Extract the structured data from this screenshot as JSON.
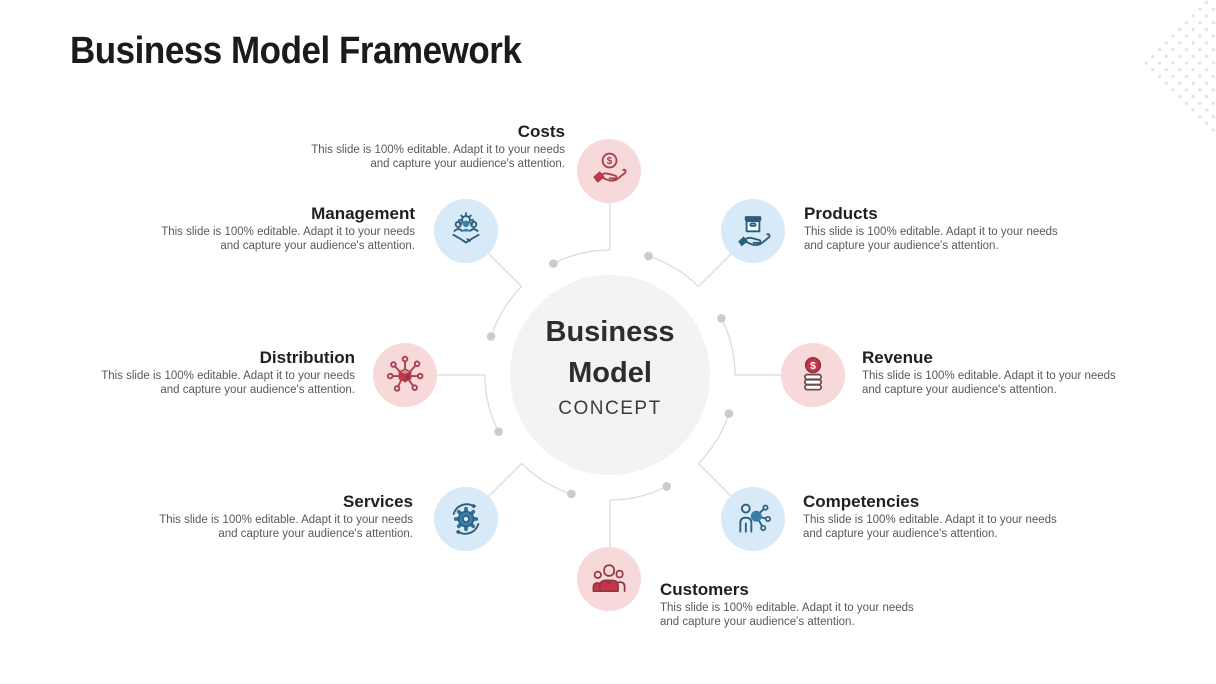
{
  "slide_title": "Business Model Framework",
  "center": {
    "line1": "Business",
    "line2": "Model",
    "subtitle": "CONCEPT"
  },
  "items": [
    {
      "label": "Costs",
      "icon": "hand-holding-coin-icon",
      "color_scheme": "red",
      "desc": [
        "This slide is 100% editable. Adapt it to your needs",
        "and capture your audience's attention."
      ]
    },
    {
      "label": "Management",
      "icon": "team-handshake-gear-icon",
      "color_scheme": "blue",
      "desc": [
        "This slide is 100% editable. Adapt it to your needs",
        "and capture your audience's attention."
      ]
    },
    {
      "label": "Products",
      "icon": "hand-holding-box-icon",
      "color_scheme": "blue",
      "desc": [
        "This slide is 100% editable. Adapt it to your needs",
        "and capture your audience's attention."
      ]
    },
    {
      "label": "Distribution",
      "icon": "cube-network-icon",
      "color_scheme": "red",
      "desc": [
        "This slide is 100% editable. Adapt it to your needs",
        "and capture your audience's attention."
      ]
    },
    {
      "label": "Revenue",
      "icon": "coin-stack-icon",
      "color_scheme": "red",
      "desc": [
        "This slide is 100% editable. Adapt it to your needs",
        "and capture your audience's attention."
      ]
    },
    {
      "label": "Services",
      "icon": "gear-sync-arrows-icon",
      "color_scheme": "blue",
      "desc": [
        "This slide is 100% editable. Adapt it to your needs",
        "and capture your audience's attention."
      ]
    },
    {
      "label": "Competencies",
      "icon": "person-network-icon",
      "color_scheme": "blue",
      "desc": [
        "This slide is 100% editable. Adapt it to your needs",
        "and capture your audience's attention."
      ]
    },
    {
      "label": "Customers",
      "icon": "people-group-icon",
      "color_scheme": "red",
      "desc": [
        "This slide is 100% editable. Adapt it to your needs",
        "and capture your audience's attention."
      ]
    }
  ],
  "theme": {
    "background": "#ffffff",
    "title_color": "#1b1b1b",
    "item_title_color": "#1f1f1f",
    "desc_color": "#595959",
    "center_circle": "#f3f3f3",
    "center_text": "#2d2d2d",
    "connector": "#d9d9d9",
    "connector_dot": "#c9cdd0",
    "pink_circle": "#f8d9da",
    "blue_circle": "#d8eaf7",
    "icon_red": "#a8414e",
    "icon_red_fill": "#c9344a",
    "icon_blue": "#2b5d7c",
    "icon_blue_fill": "#3d7ea6",
    "deco_dot": "#dce6ec"
  }
}
